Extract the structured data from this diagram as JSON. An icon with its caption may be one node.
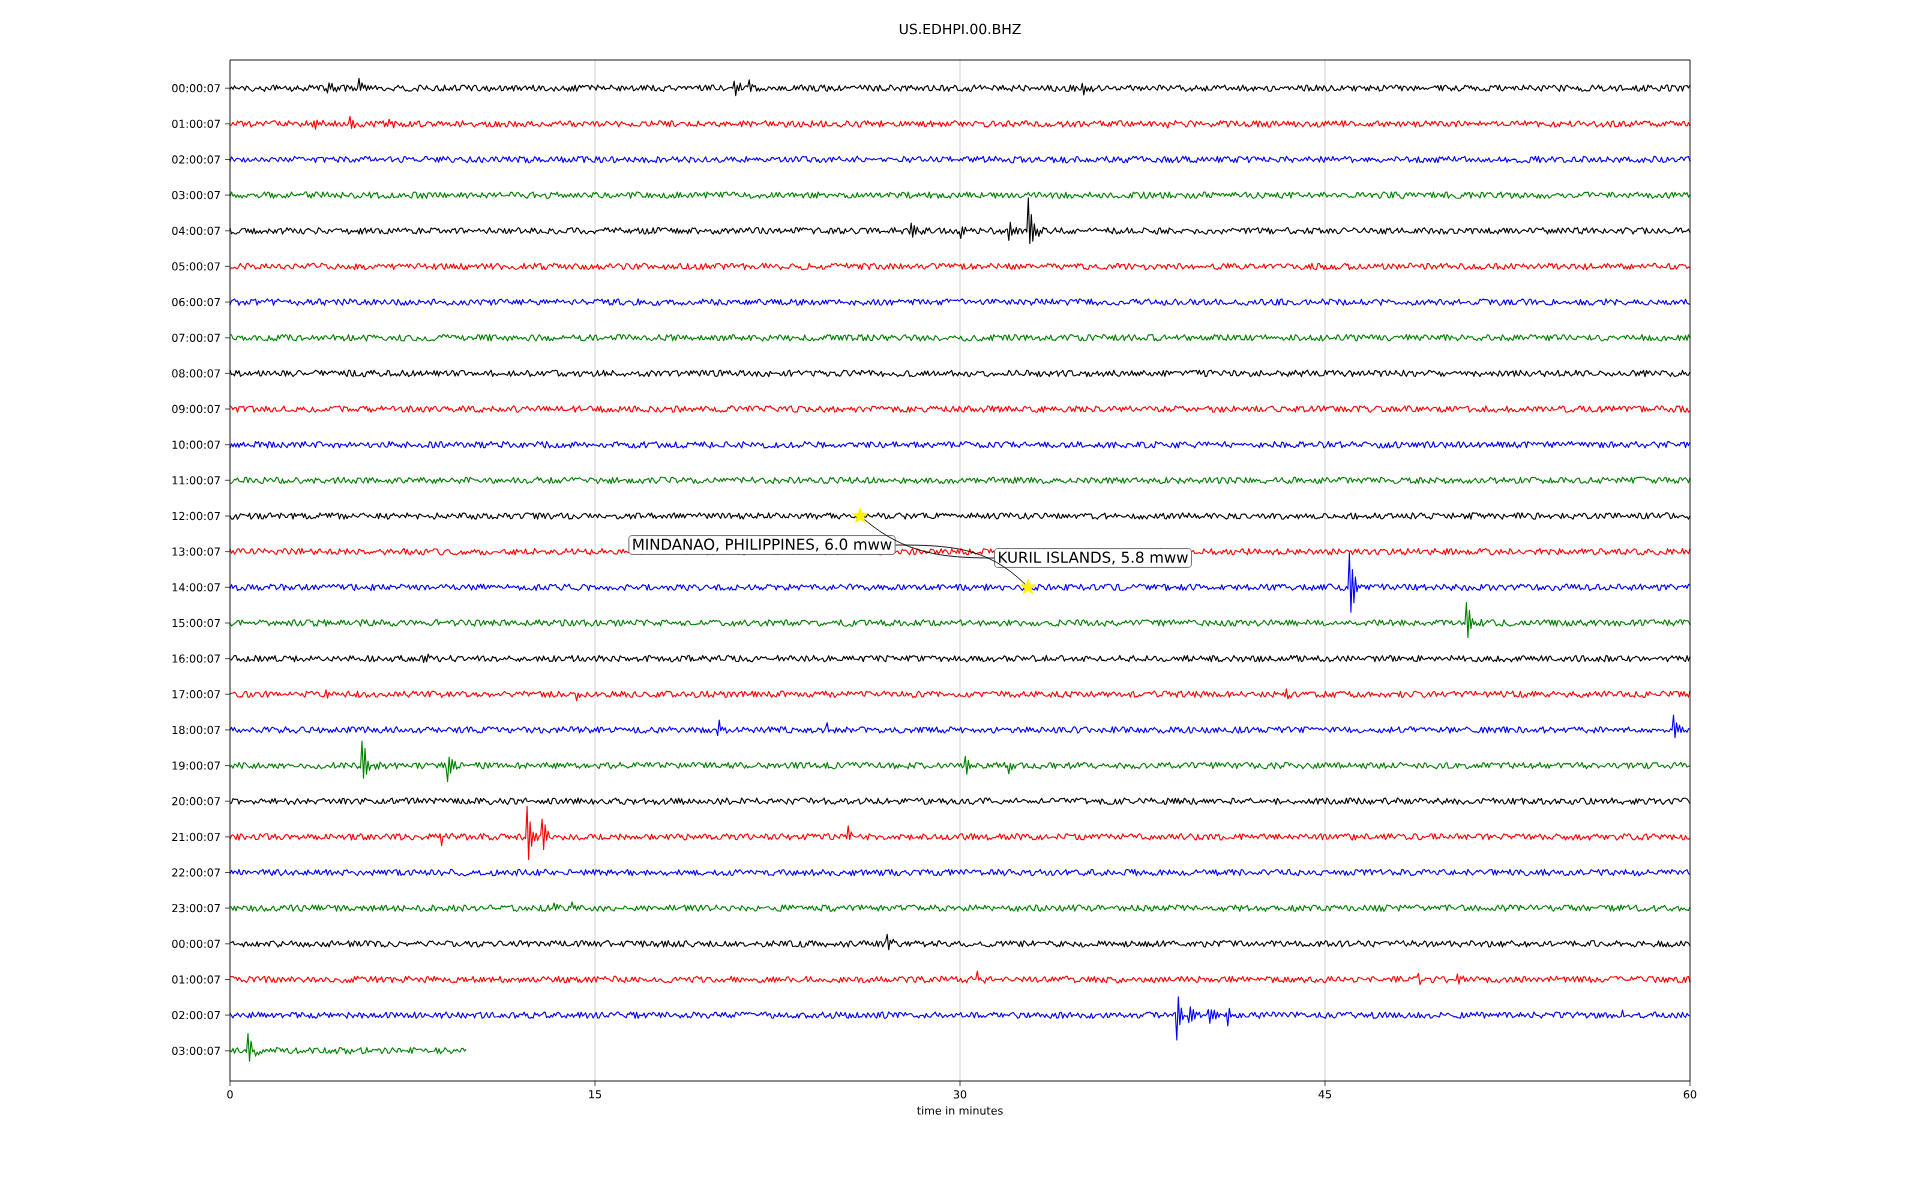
{
  "diagram": {
    "title": "US.EDHPI.00.BHZ",
    "nodes": [
      {
        "text": [
          "MINDANAO, PHILIPPINES, 6.0 mww"
        ]
      },
      {
        "text": [
          "KURIL ISLANDS, 5.8 mww"
        ]
      },
      {
        "text": [],
        "shape": "star"
      },
      {
        "text": [],
        "shape": "star"
      }
    ],
    "edges": [
      {
        "from": 2,
        "to": 1,
        "arrow": "none"
      },
      {
        "from": 0,
        "to": 3,
        "arrow": "none"
      }
    ],
    "labels": [
      "00:00:07",
      "01:00:07",
      "02:00:07",
      "03:00:07",
      "04:00:07",
      "05:00:07",
      "06:00:07",
      "07:00:07",
      "08:00:07",
      "09:00:07",
      "10:00:07",
      "11:00:07",
      "12:00:07",
      "13:00:07",
      "14:00:07",
      "15:00:07",
      "16:00:07",
      "17:00:07",
      "18:00:07",
      "19:00:07",
      "20:00:07",
      "21:00:07",
      "22:00:07",
      "23:00:07",
      "00:00:07",
      "01:00:07",
      "02:00:07",
      "03:00:07",
      "0",
      "15",
      "30",
      "45",
      "60",
      "time in minutes"
    ]
  }
}
